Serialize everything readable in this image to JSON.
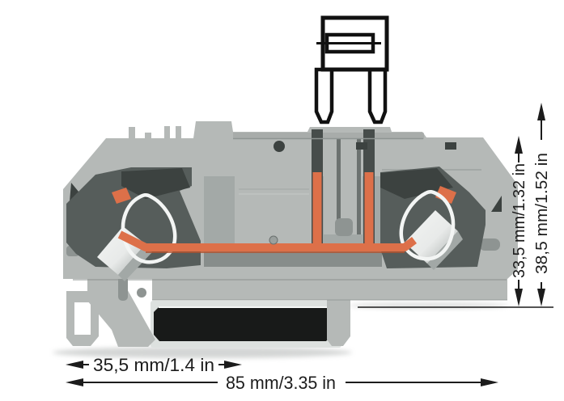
{
  "dimensions": {
    "height_inner": "33,5 mm/1.32 in",
    "height_outer": "38,5 mm/1.52 in",
    "foot_width": "35,5 mm/1.4 in",
    "total_width": "85 mm/3.35 in"
  },
  "colors": {
    "background": "#ffffff",
    "body": "#b5b9b7",
    "body_light": "#cdd1cf",
    "body_dark": "#8e9492",
    "recess": "#a3a9a7",
    "cavity": "#565d5b",
    "cavity_deep": "#3c4240",
    "slot": "#474d4b",
    "orange": "#dd7049",
    "orange_dark": "#b25330",
    "spring": "#f3f5f4",
    "metal": "#e8eae9",
    "metal_dark": "#a2a8a6",
    "rail_plate": "#dde1df",
    "rail": "#181a19",
    "outline": "#111111",
    "dim": "#1c1c1c"
  }
}
